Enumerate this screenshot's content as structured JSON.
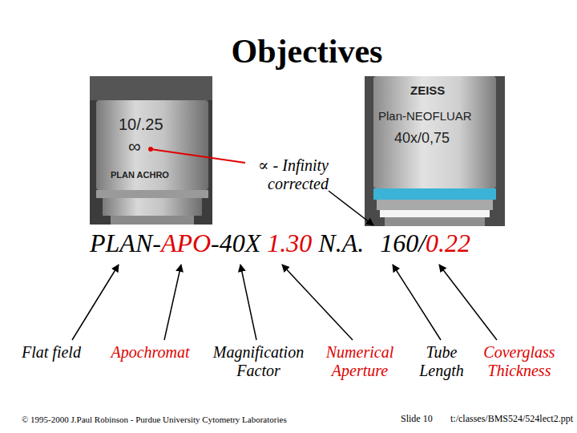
{
  "diagram": {
    "title": "Objectives",
    "labels": [
      "10/.25",
      "∞",
      "PLAN ACHRO",
      "ZEISS",
      "Plan-NEOFLUAR",
      "40x/0,75",
      "∝ - Infinity corrected",
      "PLAN-",
      "APO",
      "-40X",
      "1.30",
      "N.A.",
      "160/",
      "0.22",
      "Flat field",
      "Apochromat",
      "Magnification Factor",
      "Numerical Aperture",
      "Tube Length",
      "Coverglass Thickness",
      "© 1995-2000 J.Paul Robinson - Purdue University Cytometry Laboratories",
      "Slide 10",
      "t:/classes/BMS524/524lect2.ppt"
    ]
  }
}
